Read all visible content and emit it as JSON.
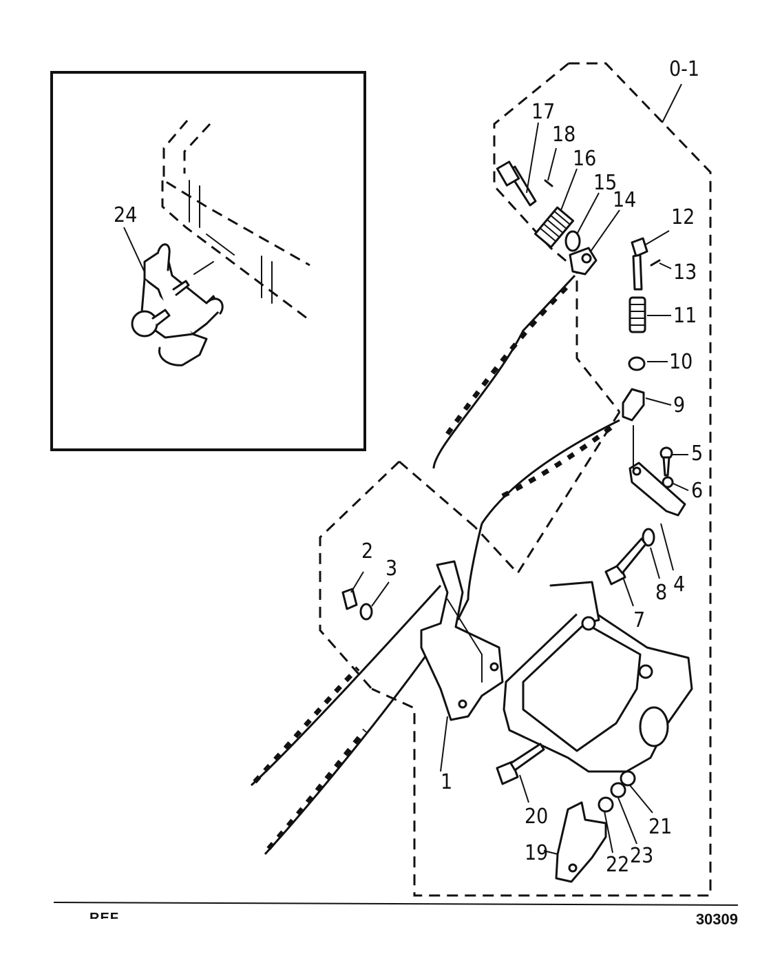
{
  "diagram": {
    "assembly_label": "0-1",
    "callouts": [
      "1",
      "2",
      "3",
      "4",
      "5",
      "6",
      "7",
      "8",
      "9",
      "10",
      "11",
      "12",
      "13",
      "14",
      "15",
      "16",
      "17",
      "18",
      "19",
      "20",
      "21",
      "22",
      "23",
      "24"
    ],
    "figure_number": "30309",
    "footer_label": "REF"
  }
}
